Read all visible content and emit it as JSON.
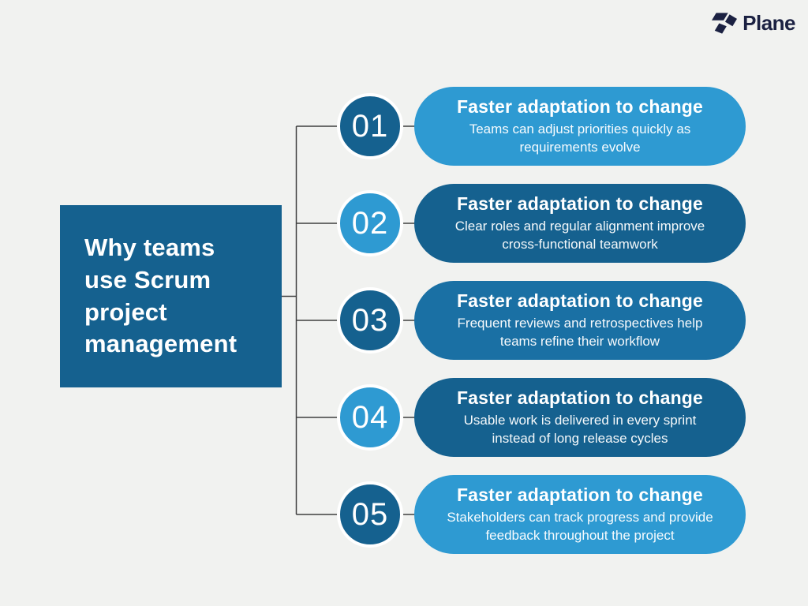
{
  "colors": {
    "background": "#f1f2f0",
    "dark_blue": "#15618f",
    "medium_blue": "#1a70a4",
    "light_blue": "#2e9ad2",
    "line": "#3f3f3f",
    "navy": "#1b2142",
    "text_on_blue": "#ffffff"
  },
  "logo": {
    "text": "Plane"
  },
  "main_title": {
    "full": "Why teams use Scrum project management",
    "lines": [
      "Why teams",
      "use Scrum",
      "project",
      "management"
    ]
  },
  "items": [
    {
      "number": "01",
      "title": "Faster adaptation to change",
      "description": "Teams can adjust priorities quickly as requirements evolve",
      "circle_variant": "dark",
      "card_variant": "light"
    },
    {
      "number": "02",
      "title": "Faster adaptation to change",
      "description": "Clear roles and regular alignment improve cross-functional teamwork",
      "circle_variant": "light",
      "card_variant": "dark"
    },
    {
      "number": "03",
      "title": "Faster adaptation to change",
      "description": "Frequent reviews and retrospectives help teams refine their workflow",
      "circle_variant": "dark",
      "card_variant": "medium"
    },
    {
      "number": "04",
      "title": "Faster adaptation to change",
      "description": "Usable work is delivered in every sprint instead of long release cycles",
      "circle_variant": "light",
      "card_variant": "dark"
    },
    {
      "number": "05",
      "title": "Faster adaptation to change",
      "description": "Stakeholders can track progress and provide feedback throughout the project",
      "circle_variant": "dark",
      "card_variant": "light"
    }
  ]
}
